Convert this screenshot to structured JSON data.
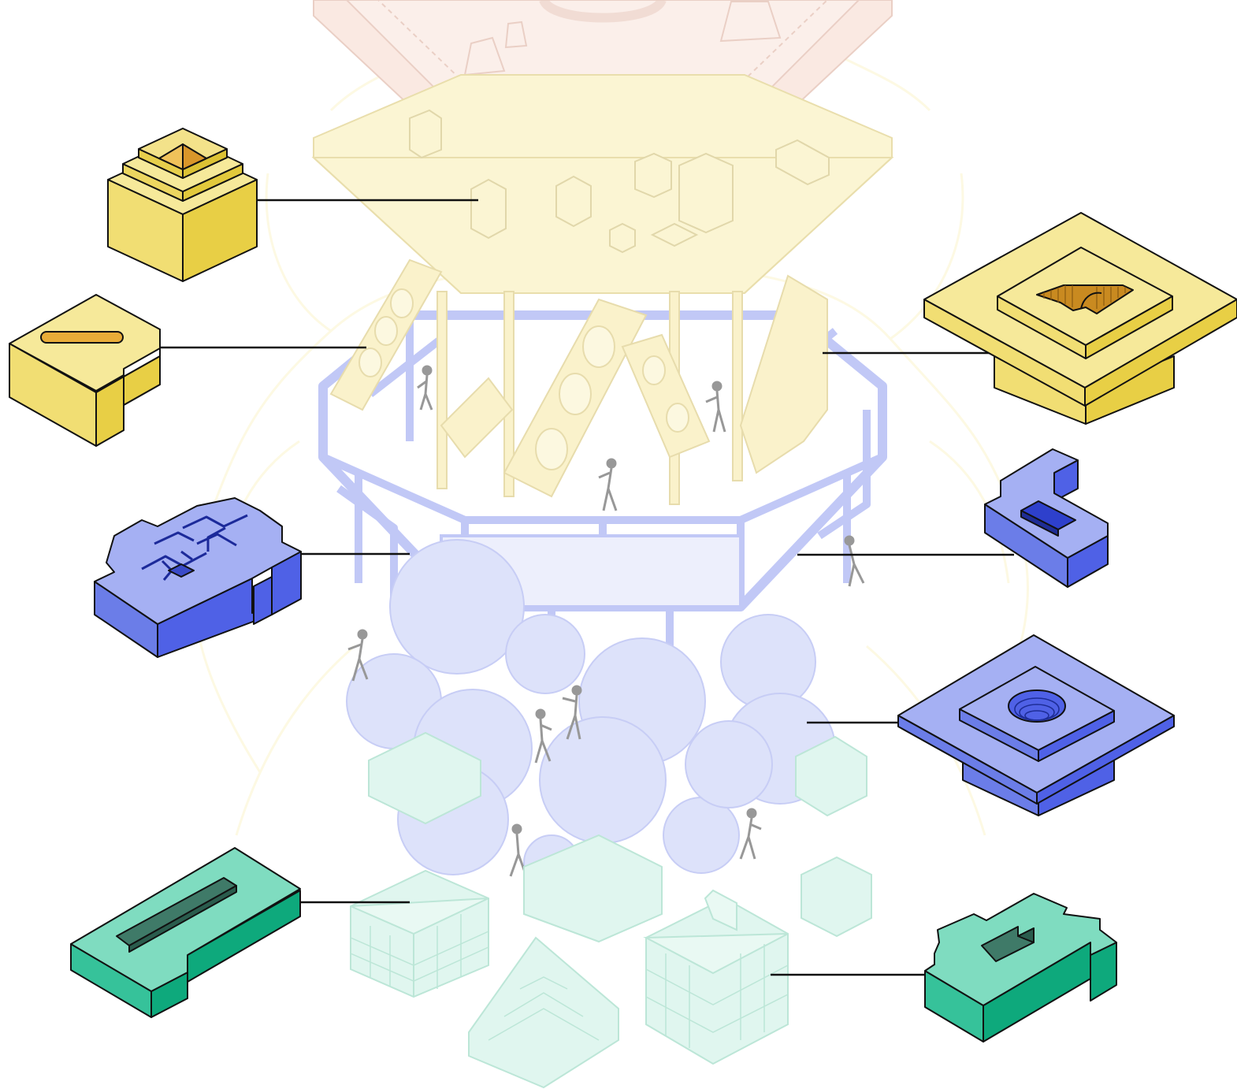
{
  "diagram": {
    "palette": {
      "yellow_light": "#f6e99a",
      "yellow_mid": "#efda5f",
      "yellow_dark": "#e6cd3e",
      "yellow_accent": "#e8ac38",
      "blue_light": "#a5b0f3",
      "blue_mid": "#7787ee",
      "blue_dark": "#4f61e6",
      "green_light": "#7fdcc0",
      "green_mid": "#36c29a",
      "green_dark": "#0ea97c",
      "peach": "#f7ddd2",
      "outline": "#111111"
    },
    "callout_pieces": [
      {
        "id": "stepped-pyramid-block",
        "color": "yellow"
      },
      {
        "id": "slotted-l-block",
        "color": "yellow"
      },
      {
        "id": "stair-slot-plate",
        "color": "yellow"
      },
      {
        "id": "circuit-plate-block",
        "color": "blue"
      },
      {
        "id": "hook-block",
        "color": "blue"
      },
      {
        "id": "round-hole-plate",
        "color": "blue"
      },
      {
        "id": "long-slot-block",
        "color": "green"
      },
      {
        "id": "notched-cross-block",
        "color": "green"
      }
    ],
    "background_layers": [
      {
        "id": "top-platform",
        "color": "peach"
      },
      {
        "id": "yellow-hex-platform",
        "color": "yellow"
      },
      {
        "id": "blue-scaffold-level",
        "color": "blue"
      },
      {
        "id": "bubble-cluster",
        "color": "blue"
      },
      {
        "id": "cube-stacks",
        "color": "green"
      }
    ]
  }
}
